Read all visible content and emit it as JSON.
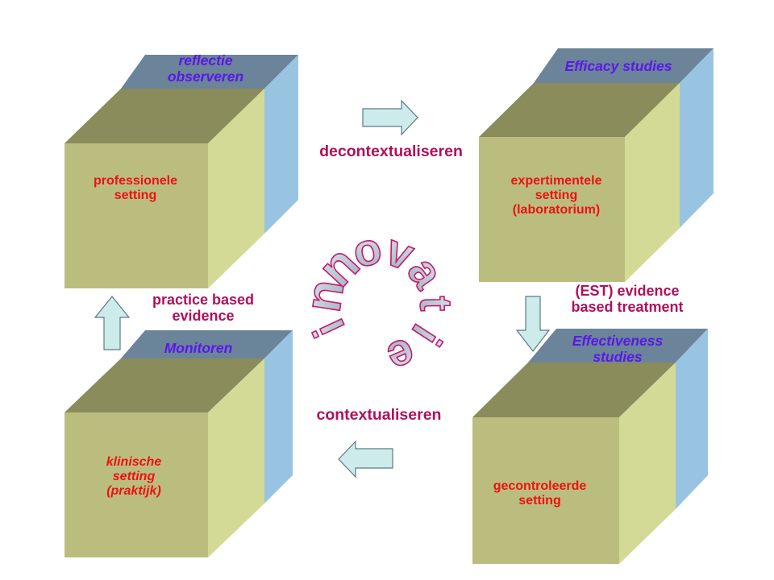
{
  "colors": {
    "cube_front": "#bbbd7f",
    "cube_top": "#8a8c5b",
    "cube_side": "#d3da95",
    "cube_back_top": "#6b849a",
    "cube_back_side": "#98c4e2",
    "arrow_fill": "#cdebea",
    "arrow_stroke": "#5b7b85",
    "face_text": "#ee1111",
    "top_text": "#5a18e8",
    "flow_text": "#b0105a",
    "ring_fill": "#c4d2dc",
    "ring_stroke": "#c21a70"
  },
  "cubes": {
    "top_left": {
      "top_label": "reflectie\nobserveren",
      "face_label": "professionele\nsetting"
    },
    "top_right": {
      "top_label": "Efficacy studies",
      "face_label": "expertimentele\nsetting\n(laboratorium)"
    },
    "bottom_left": {
      "top_label": "Monitoren",
      "face_label": "klinische\nsetting\n(praktijk)"
    },
    "bottom_right": {
      "top_label": "Effectiveness\nstudies",
      "face_label": "gecontroleerde\nsetting"
    }
  },
  "flows": {
    "top": "decontextualiseren",
    "bottom": "contextualiseren",
    "right": "(EST) evidence\nbased treatment",
    "left": "practice based\nevidence"
  },
  "center": {
    "ring_text": "innovatie"
  }
}
